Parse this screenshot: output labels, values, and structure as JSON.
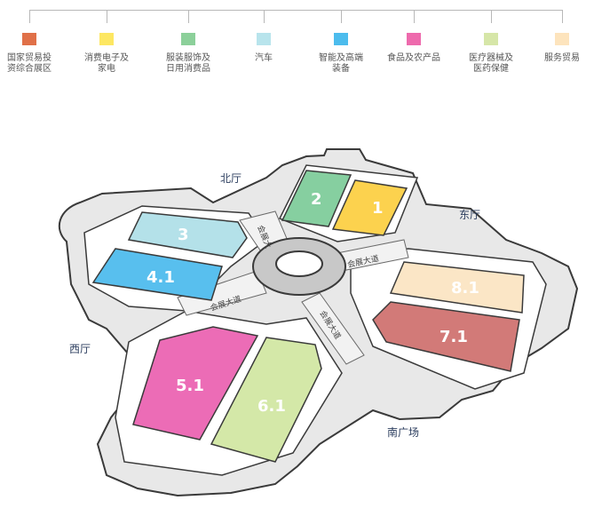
{
  "legend": {
    "items": [
      {
        "label": "国家贸易投\n资综合展区",
        "color": "#e07048"
      },
      {
        "label": "消费电子及\n家电",
        "color": "#fde762"
      },
      {
        "label": "服装服饰及\n日用消费品",
        "color": "#8cd09a"
      },
      {
        "label": "汽车",
        "color": "#b8e4ec"
      },
      {
        "label": "智能及高端\n装备",
        "color": "#4cbced"
      },
      {
        "label": "食品及农产品",
        "color": "#ee6aad"
      },
      {
        "label": "医疗器械及\n医药保健",
        "color": "#d6e6a8"
      },
      {
        "label": "服务贸易",
        "color": "#fde4bd"
      }
    ]
  },
  "halls": {
    "north": "北厅",
    "east": "东厅",
    "west": "西厅",
    "south": "南广场"
  },
  "zones": {
    "z1": "1",
    "z2": "2",
    "z3": "3",
    "z41": "4.1",
    "z51": "5.1",
    "z61": "6.1",
    "z71": "7.1",
    "z81": "8.1"
  },
  "roads": {
    "north": "会展大",
    "northeast": "会展大道",
    "west": "会展大道",
    "south": "会展大道"
  },
  "colors": {
    "outline": "#3a3a3a",
    "floor": "#ffffff",
    "base": "#d8d8d8",
    "z1": "#fcd24e",
    "z2": "#86cfa0",
    "z3": "#b4e1e9",
    "z41": "#58bfee",
    "z51": "#ec6cb6",
    "z61": "#d4e8a8",
    "z71": "#d27a78",
    "z81": "#fbe6c6"
  }
}
